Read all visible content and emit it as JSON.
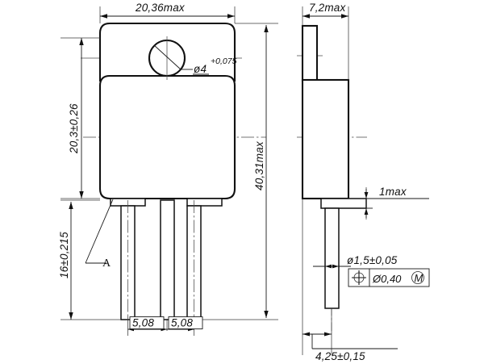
{
  "drawing": {
    "title": "Transistor package outline drawing (TO-3P / TO-247 style), two orthographic views with dimensions",
    "background_color": "#ffffff",
    "line_color": "#111111",
    "views": [
      {
        "name": "front-view",
        "label": ""
      },
      {
        "name": "side-view",
        "label": ""
      }
    ],
    "dimensions": {
      "width_top": "20,36max",
      "hole_diameter": "ø4",
      "hole_tolerance": "+0,075",
      "body_height": "20,3±0,26",
      "lead_length": "16±0,215",
      "overall_height": "40,31max",
      "thickness_top": "7,2max",
      "lead_offset_max": "1max",
      "lead_diameter": "ø1,5±0,05",
      "lead_pitch_left": "5,08",
      "lead_pitch_right": "5,08",
      "lead_setback": "4,25±0,15"
    },
    "gdt": {
      "symbol_name": "position-symbol",
      "symbol_glyph": "⊕",
      "tolerance_value": "Ø0,40",
      "modifier": "M",
      "modifier_glyph": "Ⓜ"
    },
    "annotations": {
      "detail_letter": "A"
    }
  }
}
